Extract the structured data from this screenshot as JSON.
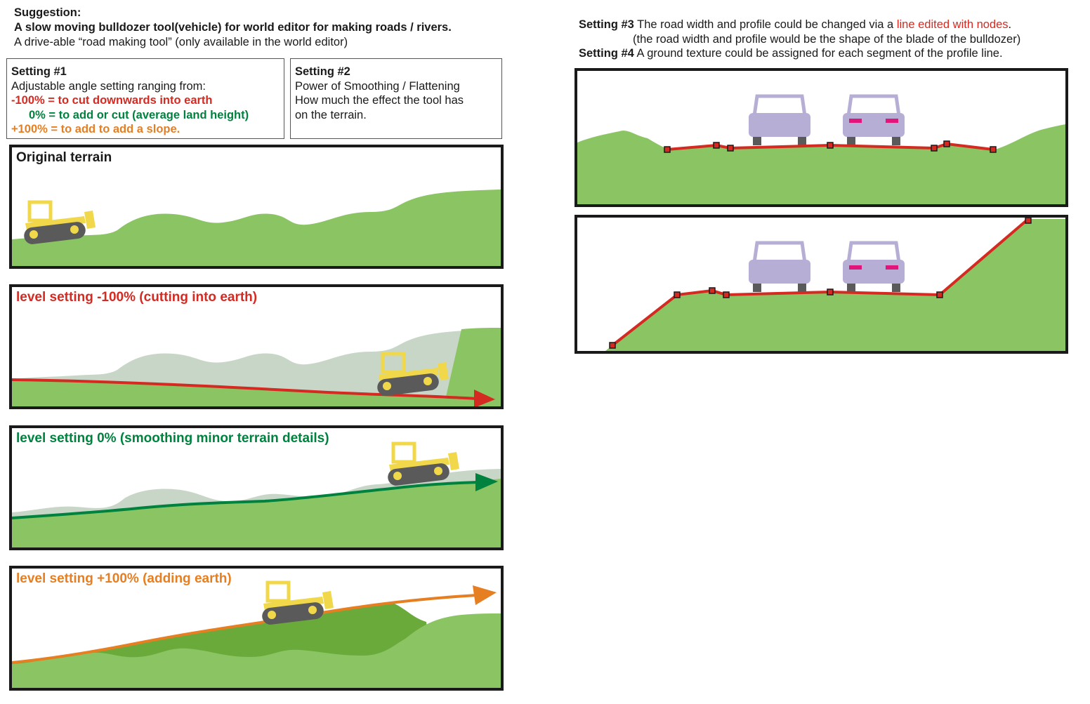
{
  "header": {
    "label": "Suggestion:",
    "title": "A slow moving bulldozer tool(vehicle) for world editor for making roads / rivers.",
    "subtitle": "A drive-able “road making tool” (only available in the world editor)"
  },
  "setting1": {
    "heading": "Setting #1",
    "desc": "Adjustable angle setting ranging from:",
    "neg": "-100% =  to cut downwards into earth",
    "zero": "0% =  to add or cut (average land height)",
    "pos": "+100% = to add to add a slope."
  },
  "setting2": {
    "heading": "Setting #2",
    "line1": "Power of Smoothing / Flattening",
    "line2": "How much the effect the tool has",
    "line3": "on the terrain."
  },
  "setting3": {
    "heading": "Setting #3",
    "text": "The road width and profile could be changed via a",
    "highlight": "line edited with nodes",
    "end": ".",
    "note": "(the road width and profile would be the shape of the blade of the bulldozer)"
  },
  "setting4": {
    "heading": "Setting #4",
    "text": "A ground texture could be assigned for each segment of the profile line."
  },
  "panels": {
    "original": "Original terrain",
    "cut": "level setting -100% (cutting into earth)",
    "smooth": "level setting 0% (smoothing minor terrain details)",
    "add": "level setting +100% (adding earth)"
  },
  "colors": {
    "grass": "#8bc462",
    "grass_dark": "#6aaa3a",
    "ghost": "#c8d6c8",
    "red": "#d52a22",
    "green": "#00823f",
    "orange": "#e67e22",
    "bulldozer": "#f0d84a",
    "track": "#5a5a5a",
    "car": "#b7aed6",
    "node_fill": "#d52a22"
  }
}
